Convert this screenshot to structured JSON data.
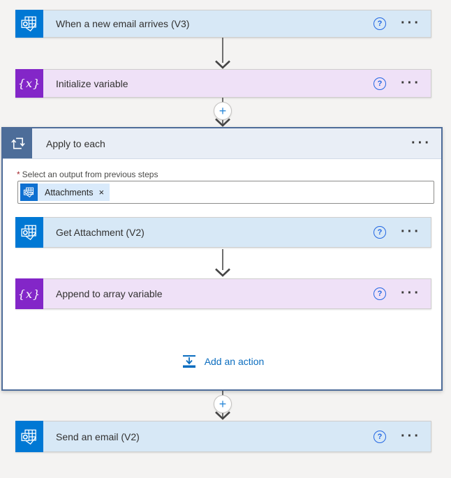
{
  "colors": {
    "page_bg": "#f4f3f2",
    "outlook_blue": "#0078d4",
    "variable_purple": "#8326c8",
    "blue_card_bg": "#d7e8f6",
    "purple_card_bg": "#efe1f7",
    "scope_border": "#4e6c99",
    "scope_header_bg": "#e9eef6",
    "loop_icon_bg": "#4d6d99",
    "token_bg": "#d9eafb",
    "help_blue": "#2266e3",
    "link_blue": "#0b6dbf",
    "required_red": "#a4262c",
    "text": "#323130"
  },
  "icons": {
    "help": "?",
    "more": "···",
    "plus": "+",
    "remove": "×",
    "variable": "{x}"
  },
  "flow": {
    "trigger": {
      "title": "When a new email arrives (V3)"
    },
    "initialize_variable": {
      "title": "Initialize variable"
    },
    "apply_to_each": {
      "title": "Apply to each",
      "required_mark": "*",
      "field_label": "Select an output from previous steps",
      "token_label": "Attachments",
      "get_attachment": {
        "title": "Get Attachment (V2)"
      },
      "append_to_array": {
        "title": "Append to array variable"
      },
      "add_action_label": "Add an action"
    },
    "send_email": {
      "title": "Send an email (V2)"
    }
  }
}
